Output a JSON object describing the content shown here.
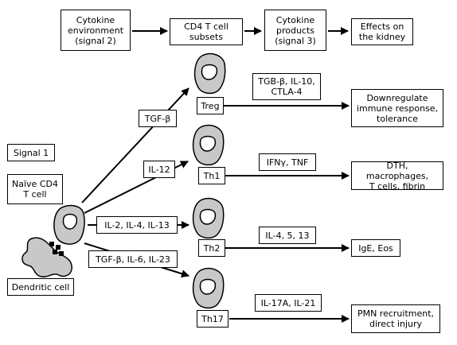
{
  "header": {
    "cytokine_env": "Cytokine\nenvironment\n(signal 2)",
    "cd4_subsets": "CD4 T cell\nsubsets",
    "cytokine_products": "Cytokine\nproducts\n(signal 3)",
    "effects_kidney": "Effects on\nthe kidney"
  },
  "left": {
    "signal1": "Signal 1",
    "naive_cd4": "Naïve CD4\nT cell",
    "dendritic": "Dendritic cell"
  },
  "signals": {
    "tgfb": "TGF-β",
    "il12": "IL-12",
    "il2_4_13": "IL-2, IL-4, IL-13",
    "tgfb_il6_il23": "TGF-β, IL-6, IL-23"
  },
  "subsets": {
    "treg": "Treg",
    "th1": "Th1",
    "th2": "Th2",
    "th17": "Th17"
  },
  "products": {
    "treg": "TGB-β, IL-10,\nCTLA-4",
    "th1": "IFNγ, TNF",
    "th2": "IL-4, 5, 13",
    "th17": "IL-17A, IL-21"
  },
  "effects": {
    "treg": "Downregulate\nimmune response,\ntolerance",
    "th1": "DTH, macrophages,\nT cells, fibrin",
    "th2": "IgE, Eos",
    "th17": "PMN recruitment,\ndirect injury"
  }
}
